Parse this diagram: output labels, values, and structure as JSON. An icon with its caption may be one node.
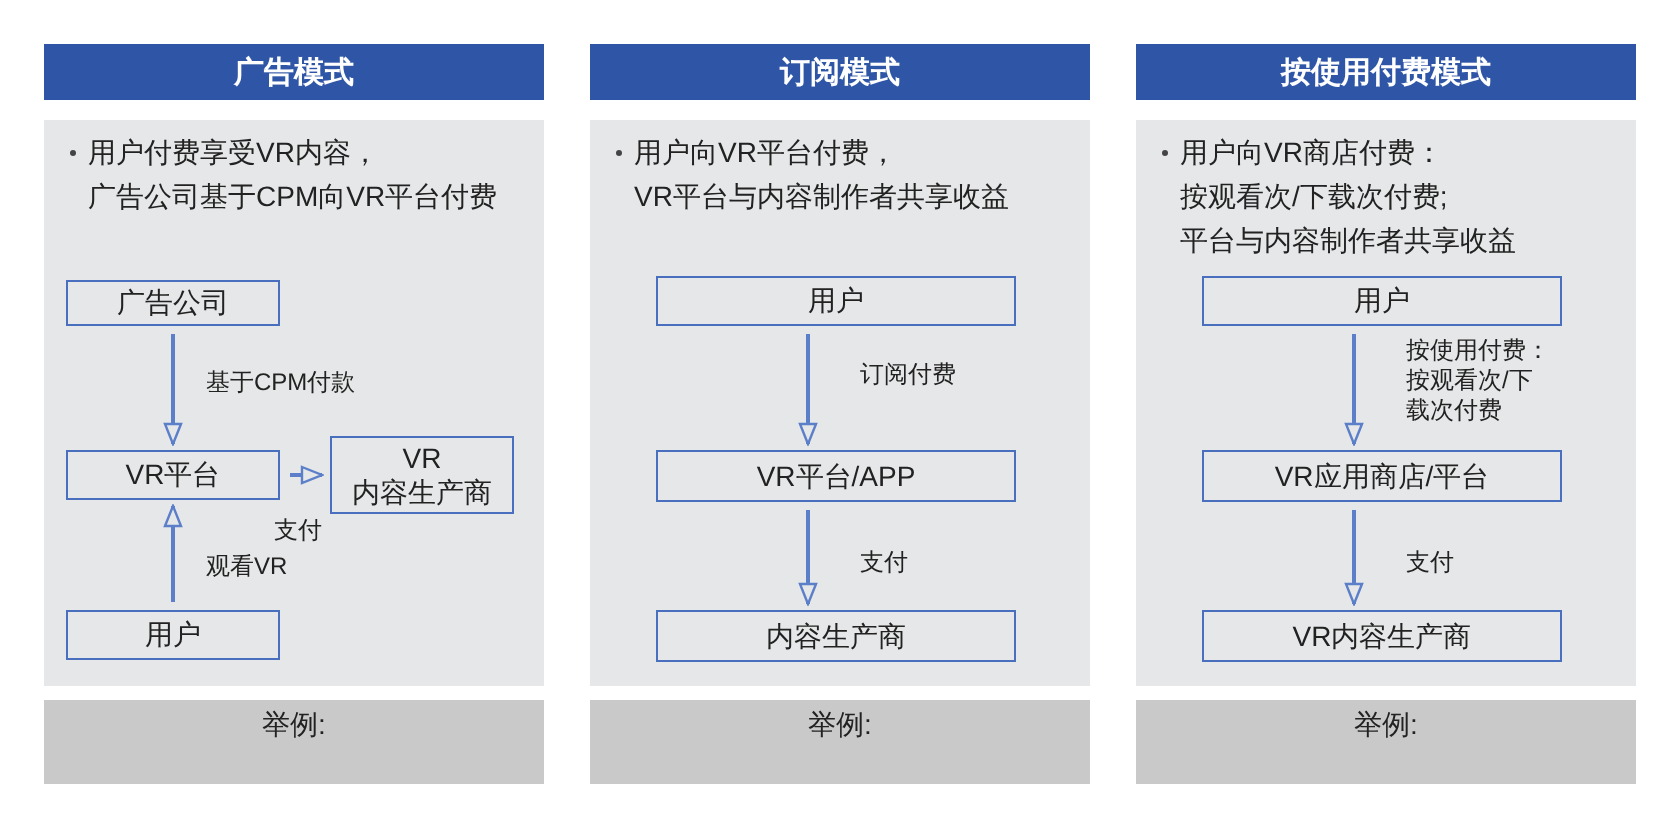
{
  "diagram": {
    "nodes": [
      {
        "text": [
          "广告模式"
        ]
      },
      {
        "text": [
          "用户付费享受VR内容，",
          "广告公司基于CPM向VR平台付费"
        ]
      },
      {
        "text": [
          "广告公司"
        ],
        "in": 1
      },
      {
        "text": [
          "VR平台"
        ],
        "in": 1
      },
      {
        "text": [
          "VR 内容生产商"
        ],
        "in": 1
      },
      {
        "text": [
          "用户"
        ],
        "in": 1
      },
      {
        "text": [
          "举例:"
        ]
      },
      {
        "text": [
          "订阅模式"
        ]
      },
      {
        "text": [
          "用户向VR平台付费，",
          "VR平台与内容制作者共享收益"
        ]
      },
      {
        "text": [
          "用户"
        ],
        "in": 8
      },
      {
        "text": [
          "VR平台/APP"
        ],
        "in": 8
      },
      {
        "text": [
          "内容生产商"
        ],
        "in": 8
      },
      {
        "text": [
          "举例:"
        ]
      },
      {
        "text": [
          "按使用付费模式"
        ]
      },
      {
        "text": [
          "用户向VR商店付费：",
          "按观看次/下载次付费;",
          "平台与内容制作者共享收益"
        ]
      },
      {
        "text": [
          "用户"
        ],
        "in": 14
      },
      {
        "text": [
          "VR应用商店/平台"
        ],
        "in": 14
      },
      {
        "text": [
          "VR内容生产商"
        ],
        "in": 14
      },
      {
        "text": [
          "举例:"
        ]
      }
    ],
    "edges": [
      {
        "from": 2,
        "to": 3,
        "arrow": "to",
        "label": "基于CPM付款"
      },
      {
        "from": 3,
        "to": 4,
        "arrow": "to",
        "label": "支付"
      },
      {
        "from": 5,
        "to": 3,
        "arrow": "to",
        "label": "观看VR"
      },
      {
        "from": 9,
        "to": 10,
        "arrow": "to",
        "label": "订阅付费"
      },
      {
        "from": 10,
        "to": 11,
        "arrow": "to",
        "label": "支付"
      },
      {
        "from": 15,
        "to": 16,
        "arrow": "to",
        "label": "按使用付费：按观看次/下载次付费"
      },
      {
        "from": 16,
        "to": 17,
        "arrow": "to",
        "label": "支付"
      }
    ]
  }
}
